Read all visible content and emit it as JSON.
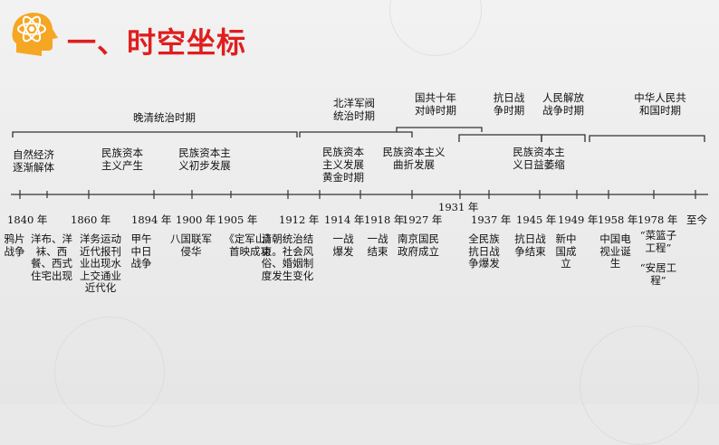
{
  "title": "一、时空坐标",
  "brackets": {
    "late_qing": "晚清统治时期",
    "beiyang": [
      "北洋军阀",
      "统治时期"
    ],
    "kmt_decade": [
      "国共十年",
      "对峙时期"
    ],
    "anti_japan": [
      "抗日战",
      "争时期"
    ],
    "liberation": [
      "人民解放",
      "战争时期"
    ],
    "prc": [
      "中华人民共",
      "和国时期"
    ]
  },
  "labels": {
    "natural_economy": [
      "自然经济",
      "逐渐解体"
    ],
    "national_capital_born": [
      "民族资本",
      "主义产生"
    ],
    "national_capital_initial": [
      "民族资本主",
      "义初步发展"
    ],
    "national_capital_golden": [
      "民族资本",
      "主义发展",
      "黄金时期"
    ],
    "national_capital_tortuous": [
      "民族资本主义",
      "曲折发展"
    ],
    "national_capital_shrink": [
      "民族资本主",
      "义日益萎缩"
    ]
  },
  "years": {
    "y1840": "1840 年",
    "y1860": "1860 年",
    "y1894": "1894 年",
    "y1900": "1900 年",
    "y1905": "1905 年",
    "y1912": "1912 年",
    "y1914": "1914 年",
    "y1918": "1918 年",
    "y1927": "1927 年",
    "y1931": "1931 年",
    "y1937": "1937 年",
    "y1945": "1945 年",
    "y1949": "1949 年",
    "y1958": "1958 年",
    "y1978": "1978 年",
    "now": "至今"
  },
  "events": {
    "e1840": "鸦片战争",
    "e1860a": "洋布、洋袜、西餐、西式住宅出现",
    "e1860b": "洋务运动近代报刊业出现水上交通业近代化",
    "e1894": "甲午中日战争",
    "e1900": "八国联军侵华",
    "e1905": "《定军山》首映成功",
    "e1912": "清朝统治结束。社会风俗、婚姻制度发生变化",
    "e1914": "一战爆发",
    "e1918": "一战结束",
    "e1927": "南京国民政府成立",
    "e1937": "全民族抗日战争爆发",
    "e1945": "抗日战争结束",
    "e1949": "新中国成立",
    "e1958": "中国电视业诞生",
    "e1978a": "“菜篮子工程”",
    "e1978b": "“安居工程”"
  },
  "colors": {
    "title": "#e01e1e",
    "line": "#333333",
    "logo": "#f5a623"
  }
}
